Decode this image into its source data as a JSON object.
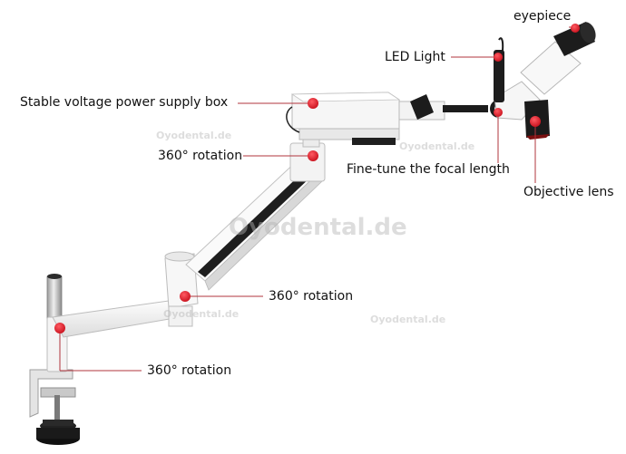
{
  "labels": {
    "eyepiece": "eyepiece",
    "led_light": "LED Light",
    "power_box": "Stable voltage power supply box",
    "rotation_top": "360° rotation",
    "fine_tune": "Fine-tune the focal length",
    "objective_lens": "Objective lens",
    "rotation_mid": "360° rotation",
    "rotation_bottom": "360° rotation"
  },
  "watermarks": {
    "main": "Oyodental.de",
    "small_1": "Oyodental.de",
    "small_2": "Oyodental.de",
    "small_3": "Oyodental.de",
    "small_4": "Oyodental.de"
  },
  "colors": {
    "marker": "#e0212e",
    "leader_line": "#b1343c",
    "device_body": "#f3f3f3",
    "device_shadow": "#d5d5d5",
    "dark_parts": "#1c1c1c"
  },
  "icons": {
    "marker": "red-dot-icon"
  }
}
